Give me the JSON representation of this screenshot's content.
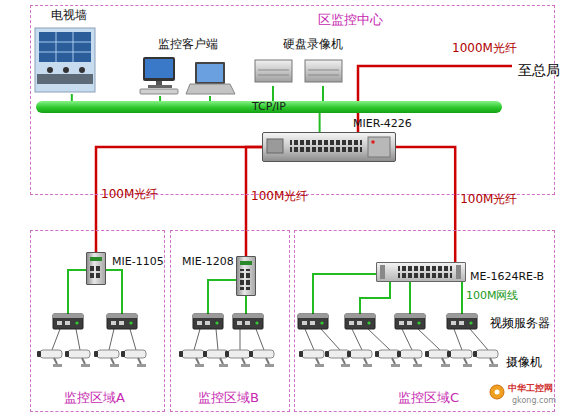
{
  "diagram": {
    "nodes": [
      {
        "text": [
          "区监控中心"
        ]
      },
      {
        "text": [
          "电视墙"
        ],
        "in": 0
      },
      {
        "text": [
          "监控客户端"
        ],
        "in": 0
      },
      {
        "text": [
          "硬盘录像机"
        ],
        "in": 0
      },
      {
        "text": [
          "TCP/IP"
        ],
        "in": 0
      },
      {
        "text": [
          "MIER-4226"
        ],
        "in": 0
      },
      {
        "text": [
          "监控区域A"
        ]
      },
      {
        "text": [
          "MIE-1105"
        ],
        "in": 6
      },
      {
        "text": [
          "监控区域B"
        ]
      },
      {
        "text": [
          "MIE-1208"
        ],
        "in": 8
      },
      {
        "text": [
          "监控区域C"
        ]
      },
      {
        "text": [
          "ME-1624RE-B"
        ],
        "in": 10
      }
    ],
    "edges": [
      {
        "from": 1,
        "to": 4,
        "arrow": "none"
      },
      {
        "from": 2,
        "to": 4,
        "arrow": "none"
      },
      {
        "from": 2,
        "to": 4,
        "arrow": "none"
      },
      {
        "from": 3,
        "to": 4,
        "arrow": "none"
      },
      {
        "from": 3,
        "to": 4,
        "arrow": "none"
      },
      {
        "from": 5,
        "to": 4,
        "arrow": "none"
      },
      {
        "from": 5,
        "to": 7,
        "label": "100M光纤",
        "arrow": "none"
      },
      {
        "from": 5,
        "to": 9,
        "label": "100M光纤",
        "arrow": "none"
      },
      {
        "from": 5,
        "to": 11,
        "label": "100M光纤",
        "arrow": "none"
      }
    ],
    "labels": [
      "1000M光纤",
      "至总局",
      "100M网线",
      "视频服务器",
      "摄像机",
      "中华工控网",
      "gkong.com"
    ]
  }
}
